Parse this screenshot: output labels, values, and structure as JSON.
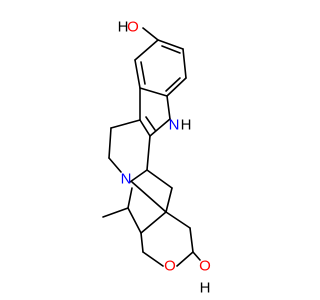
{
  "atom_labels": {
    "oh_top": {
      "O": "O",
      "H": "H",
      "o_color": "#ff0000"
    },
    "nh": {
      "N": "N",
      "H": "H",
      "n_color": "#0000ff"
    },
    "n_ring": {
      "N": "N",
      "n_color": "#0000ff"
    },
    "o_ring": {
      "O": "O",
      "o_color": "#ff0000"
    },
    "oh_bottom": {
      "O": "O",
      "H": "H",
      "o_color": "#ff0000"
    }
  },
  "bond_color": "#000000",
  "background": "#ffffff"
}
